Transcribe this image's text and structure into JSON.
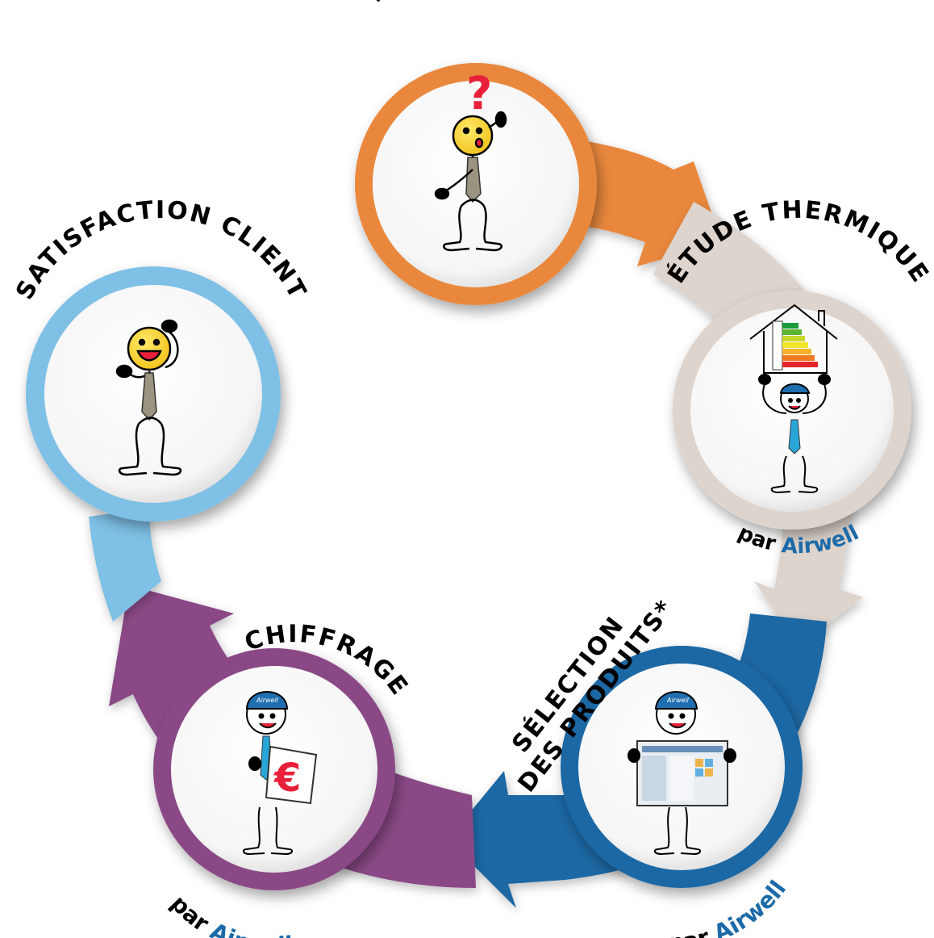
{
  "steps": [
    {
      "id": "besoin",
      "title": "BESOIN CLIENT",
      "color": "#e9883e",
      "by": "",
      "brand": ""
    },
    {
      "id": "etude",
      "title": "ÉTUDE THERMIQUE",
      "color": "#ddd4cd",
      "by": "par",
      "brand": "Airwell"
    },
    {
      "id": "selection",
      "title_line1": "SÉLECTION",
      "title_line2": "DES PRODUITS*",
      "color": "#1f68a4",
      "by": "par",
      "brand": "Airwell"
    },
    {
      "id": "chiffrage",
      "title": "CHIFFRAGE",
      "color": "#8a4a86",
      "by": "par",
      "brand": "Airwell"
    },
    {
      "id": "satisfaction",
      "title": "SATISFACTION CLIENT",
      "color": "#7fc0e6",
      "by": "",
      "brand": ""
    }
  ],
  "icons": {
    "question_mark": "?",
    "euro": "€",
    "cap_text": "Airwell"
  },
  "energy_label_colors": [
    "#1a9a3a",
    "#5cb531",
    "#c8d82a",
    "#f5e52a",
    "#f6b229",
    "#ef7a22",
    "#e4252b"
  ]
}
